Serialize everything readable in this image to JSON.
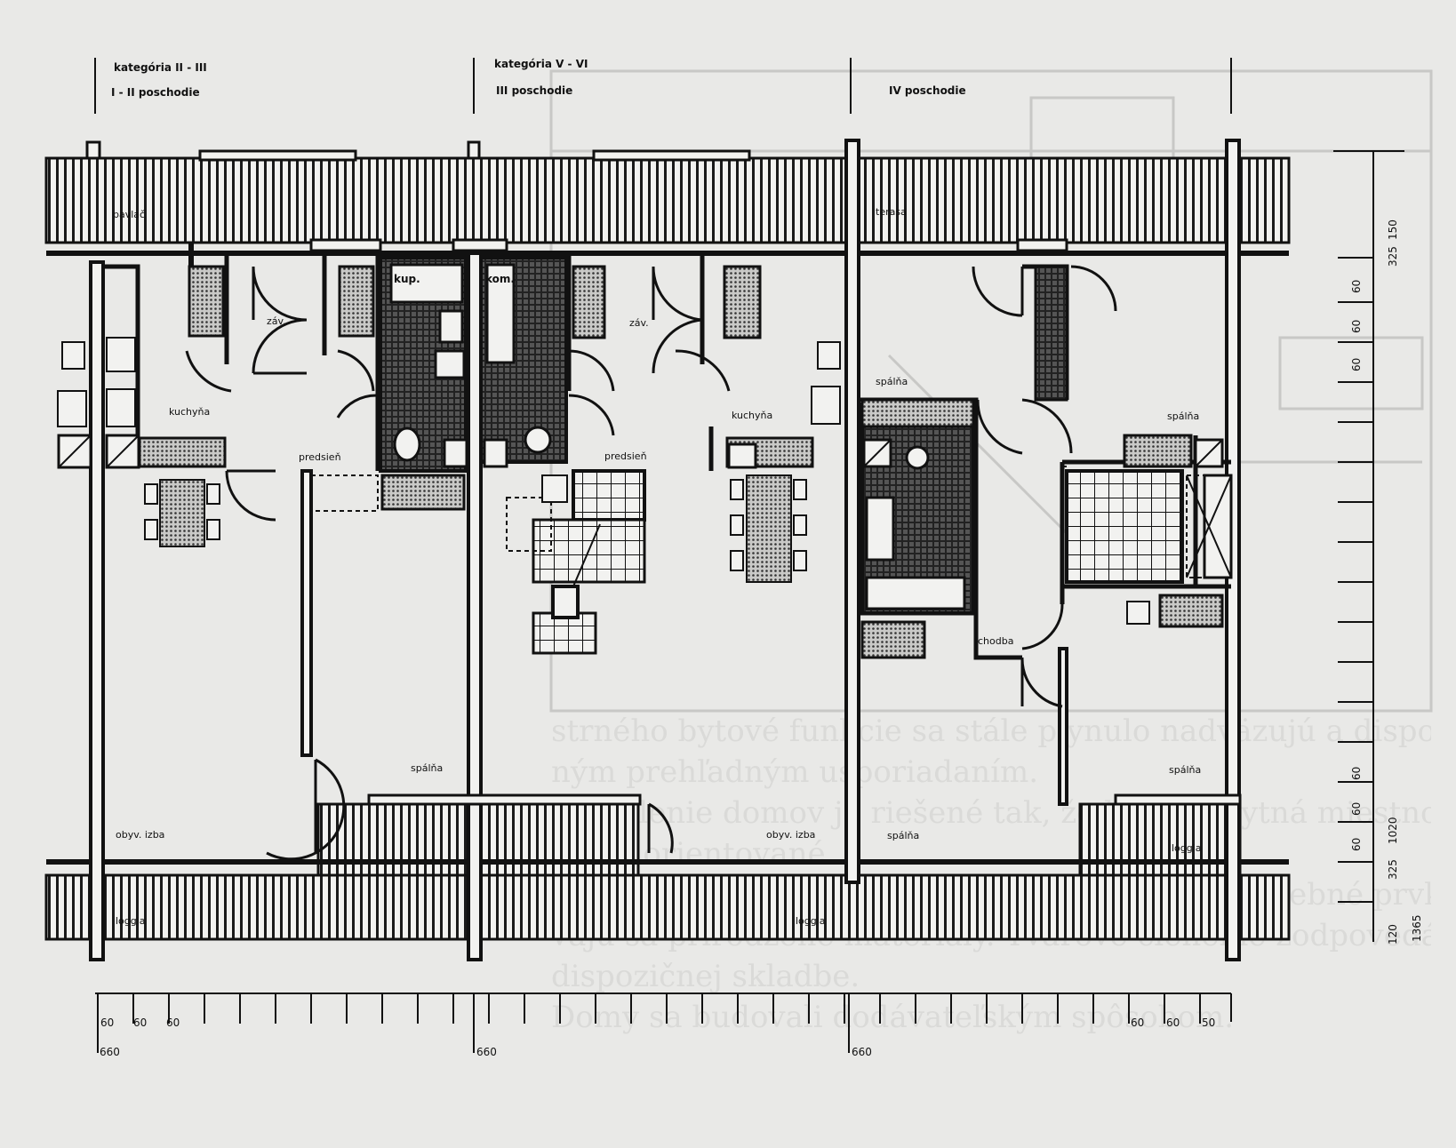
{
  "headers": {
    "h1_category": "kategória II - III",
    "h1_floor": "I - II poschodie",
    "h2_category": "kategória V - VI",
    "h2_floor": "III poschodie",
    "h3_floor": "IV poschodie"
  },
  "rooms": {
    "pavlac": "pavlač",
    "terasa": "terasa",
    "kup": "kup.",
    "kom": "kom.",
    "zav_1": "záv.",
    "zav_2": "záv.",
    "kuchyna_1": "kuchyňa",
    "kuchyna_2": "kuchyňa",
    "predsien_1": "predsieň",
    "predsien_2": "predsieň",
    "spalna_top": "spálňa",
    "spalna_right": "spálňa",
    "chodba": "chodba",
    "spalna_mid": "spálňa",
    "spalna_bottom_right": "spálňa",
    "obyv_izba_1": "obyv. izba",
    "obyv_izba_2": "obyv. izba",
    "spalna_bottom": "spálňa",
    "loggia_right": "loggia",
    "loggia_left": "loggia",
    "loggia_mid": "loggia"
  },
  "dimensions": {
    "bottom_left": [
      "60",
      "60",
      "60"
    ],
    "bottom_right": [
      "60",
      "60",
      "50"
    ],
    "module_1": "660",
    "module_2": "660",
    "module_3": "660",
    "right_vertical": [
      "150",
      "60",
      "60",
      "60",
      "325",
      "60",
      "60",
      "60",
      "1020",
      "325",
      "120",
      "1365"
    ]
  },
  "bleed_text": [
    "strného bytové funkcie sa stále plynulo nadväzujú a dispozíciu opticky",
    "ným prehľadným usporiadaním.",
    "Osvetlenie domov je riešené tak, že každá obytná miestnosť má okno",
    "voľné orientované.",
    "Architektonické riešenie je prostre, použité stavebné prvky sa pouz",
    "vajú sa prirodzené materiály. Tvarové členenie zodpovedá vnútornej",
    "dispozičnej skladbe.",
    "Domy sa budovali dodávateľským spôsobom."
  ]
}
